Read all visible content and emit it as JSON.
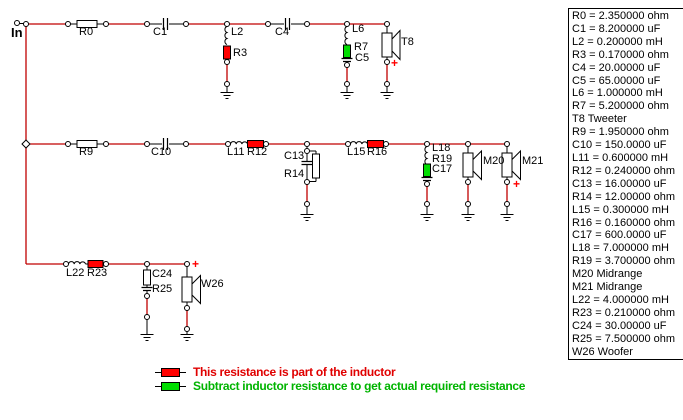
{
  "schematic": {
    "input_label": "In",
    "plus": "+",
    "labels": {
      "R0": "R0",
      "C1": "C1",
      "L2": "L2",
      "R3": "R3",
      "C4": "C4",
      "L6": "L6",
      "R7": "R7",
      "C5": "C5",
      "T8": "T8",
      "R9": "R9",
      "C10": "C10",
      "L11": "L11",
      "R12": "R12",
      "C13": "C13",
      "R14": "R14",
      "L15": "L15",
      "R16": "R16",
      "L18": "L18",
      "R19": "R19",
      "C17": "C17",
      "M20": "M20",
      "M21": "M21",
      "L22": "L22",
      "R23": "R23",
      "C24": "C24",
      "R25": "R25",
      "W26": "W26"
    },
    "colors": {
      "wire": "#c00000",
      "inductor_resistance_fill": "#ff0000",
      "subtract_resistance_fill": "#00dd00",
      "polarity_plus": "#ff0000"
    }
  },
  "values_panel": {
    "lines": [
      "R0 = 2.350000 ohm",
      "C1 = 8.200000 uF",
      "L2 = 0.200000 mH",
      "R3 = 0.170000 ohm",
      "C4 = 20.00000 uF",
      "C5 = 65.00000 uF",
      "L6 = 1.000000 mH",
      "R7 = 5.200000 ohm",
      "T8 Tweeter",
      "R9 = 1.950000 ohm",
      "C10 = 150.0000 uF",
      "L11 = 0.600000 mH",
      "R12 = 0.240000 ohm",
      "C13 = 16.00000 uF",
      "R14 = 12.00000 ohm",
      "L15 = 0.300000 mH",
      "R16 = 0.160000 ohm",
      "C17 = 600.0000 uF",
      "L18 = 7.000000 mH",
      "R19 = 3.700000 ohm",
      "M20 Midrange",
      "M21 Midrange",
      "L22 = 4.000000 mH",
      "R23 = 0.210000 ohm",
      "C24 = 30.00000 uF",
      "R25 = 7.500000 ohm",
      "W26 Woofer"
    ]
  },
  "legend": {
    "items": [
      {
        "text": "This resistance is part of the inductor",
        "color": "#e00000"
      },
      {
        "text": "Subtract inductor resistance to get actual required resistance",
        "color": "#00b400"
      }
    ]
  }
}
